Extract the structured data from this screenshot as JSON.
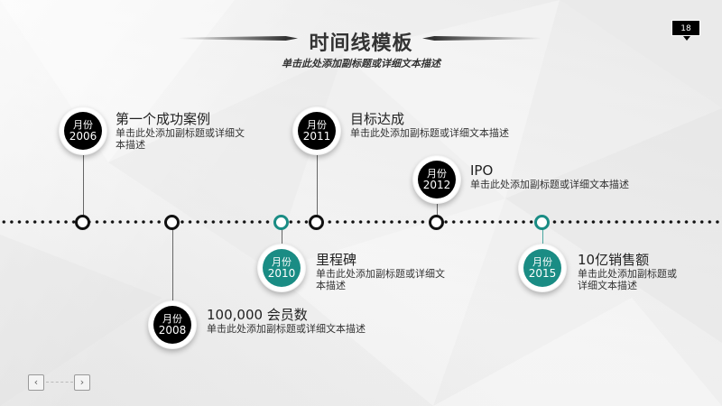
{
  "header": {
    "title": "时间线模板",
    "subtitle": "单击此处添加副标题或详细文本描述",
    "page_number": "18"
  },
  "timeline": {
    "colors": {
      "dark": "#000000",
      "teal": "#1a8c84",
      "line": "#111111"
    },
    "events": [
      {
        "month_label": "月份",
        "year": "2006",
        "title": "第一个成功案例",
        "desc_line1": "单击此处添加副标题或详细文",
        "desc_line2": "本描述",
        "position": "above",
        "style": "dark"
      },
      {
        "month_label": "月份",
        "year": "2008",
        "title": "100,000 会员数",
        "desc_line1": "单击此处添加副标题或详细文本描述",
        "desc_line2": "",
        "position": "below",
        "style": "dark"
      },
      {
        "month_label": "月份",
        "year": "2010",
        "title": "里程碑",
        "desc_line1": "单击此处添加副标题或详细文",
        "desc_line2": "本描述",
        "position": "below",
        "style": "teal"
      },
      {
        "month_label": "月份",
        "year": "2011",
        "title": "目标达成",
        "desc_line1": "单击此处添加副标题或详细文本描述",
        "desc_line2": "",
        "position": "above",
        "style": "dark"
      },
      {
        "month_label": "月份",
        "year": "2012",
        "title": "IPO",
        "desc_line1": "单击此处添加副标题或详细文本描述",
        "desc_line2": "",
        "position": "above",
        "style": "dark"
      },
      {
        "month_label": "月份",
        "year": "2015",
        "title": "10亿销售额",
        "desc_line1": "单击此处添加副标题或",
        "desc_line2": "详细文本描述",
        "position": "below",
        "style": "teal"
      }
    ]
  },
  "navigation": {
    "prev_icon": "chevron-left-icon",
    "next_icon": "chevron-right-icon",
    "prev_glyph": "‹",
    "next_glyph": "›"
  }
}
